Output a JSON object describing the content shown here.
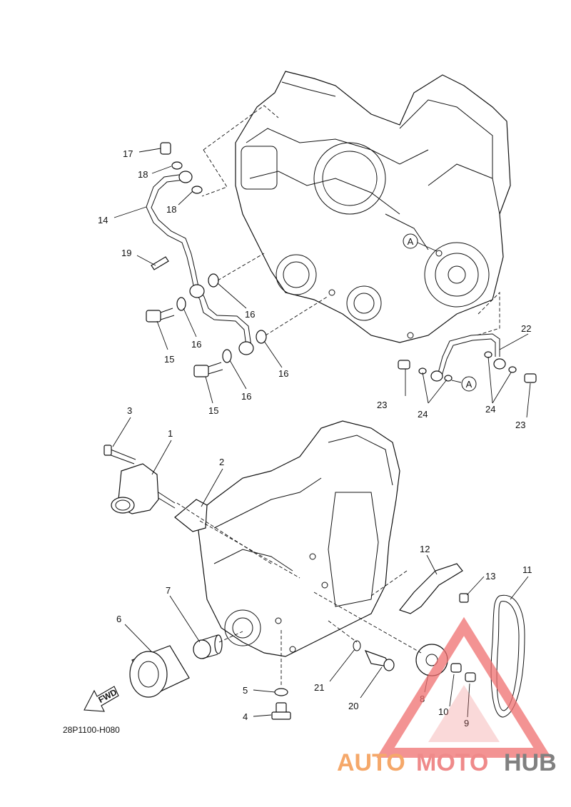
{
  "diagram": {
    "code": "28P1100-H080",
    "fwd_label": "FWD",
    "ref_marker": "A",
    "callouts": {
      "c1": "1",
      "c2": "2",
      "c3": "3",
      "c4": "4",
      "c5": "5",
      "c6": "6",
      "c7": "7",
      "c8": "8",
      "c9": "9",
      "c10": "10",
      "c11": "11",
      "c12": "12",
      "c13": "13",
      "c14": "14",
      "c15a": "15",
      "c15b": "15",
      "c16a": "16",
      "c16b": "16",
      "c16c": "16",
      "c16d": "16",
      "c17": "17",
      "c18a": "18",
      "c18b": "18",
      "c19": "19",
      "c20": "20",
      "c21": "21",
      "c22": "22",
      "c23a": "23",
      "c23b": "23",
      "c24a": "24",
      "c24b": "24"
    }
  },
  "watermark": {
    "part1": "AUTO",
    "part2": "MOTO",
    "part3": "HUB",
    "color_auto": "#f5a86a",
    "color_moto": "#ef8a8a",
    "color_hub": "#808080",
    "triangle_color": "#ef6f6f"
  }
}
